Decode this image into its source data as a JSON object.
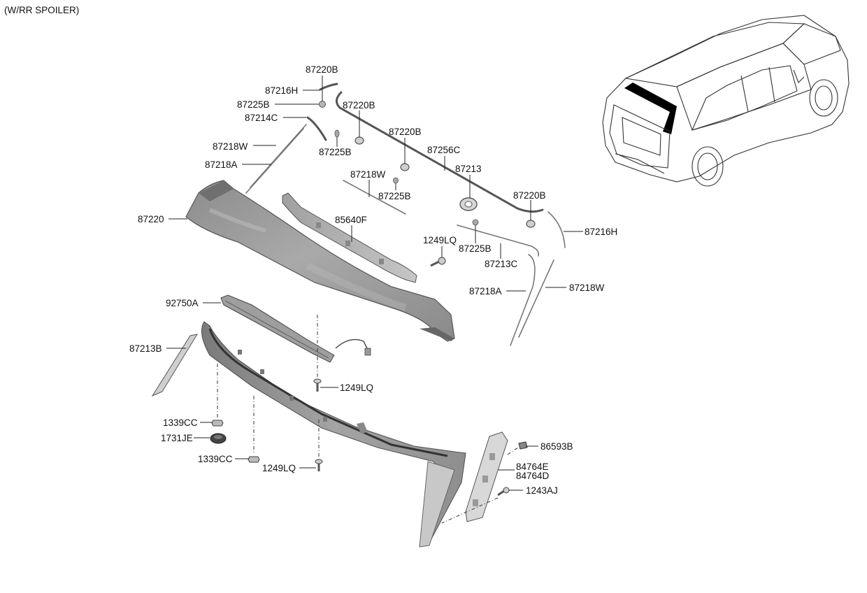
{
  "header": {
    "title": "(W/RR SPOILER)"
  },
  "labels": {
    "p87220B_1": "87220B",
    "p87216H_1": "87216H",
    "p87225B_1": "87225B",
    "p87214C": "87214C",
    "p87218W_1": "87218W",
    "p87218A_1": "87218A",
    "p87225B_2": "87225B",
    "p87220B_2": "87220B",
    "p87220B_3": "87220B",
    "p87256C": "87256C",
    "p87213": "87213",
    "p87218W_2": "87218W",
    "p87225B_3": "87225B",
    "p87220B_4": "87220B",
    "p87216H_2": "87216H",
    "p87220": "87220",
    "p85640F": "85640F",
    "p1249LQ_1": "1249LQ",
    "p87225B_4": "87225B",
    "p87213C": "87213C",
    "p87218A_2": "87218A",
    "p87218W_3": "87218W",
    "p92750A": "92750A",
    "p87213B": "87213B",
    "p1249LQ_2": "1249LQ",
    "p1339CC_1": "1339CC",
    "p1731JE": "1731JE",
    "p1339CC_2": "1339CC",
    "p1249LQ_3": "1249LQ",
    "p86593B": "86593B",
    "p84764E": "84764E",
    "p84764D": "84764D",
    "p1243AJ": "1243AJ"
  },
  "colors": {
    "part_fill": "#9a9a9a",
    "part_dark": "#6e6e6e",
    "part_light": "#c4c4c4",
    "line": "#222222",
    "highlight": "#000000"
  }
}
